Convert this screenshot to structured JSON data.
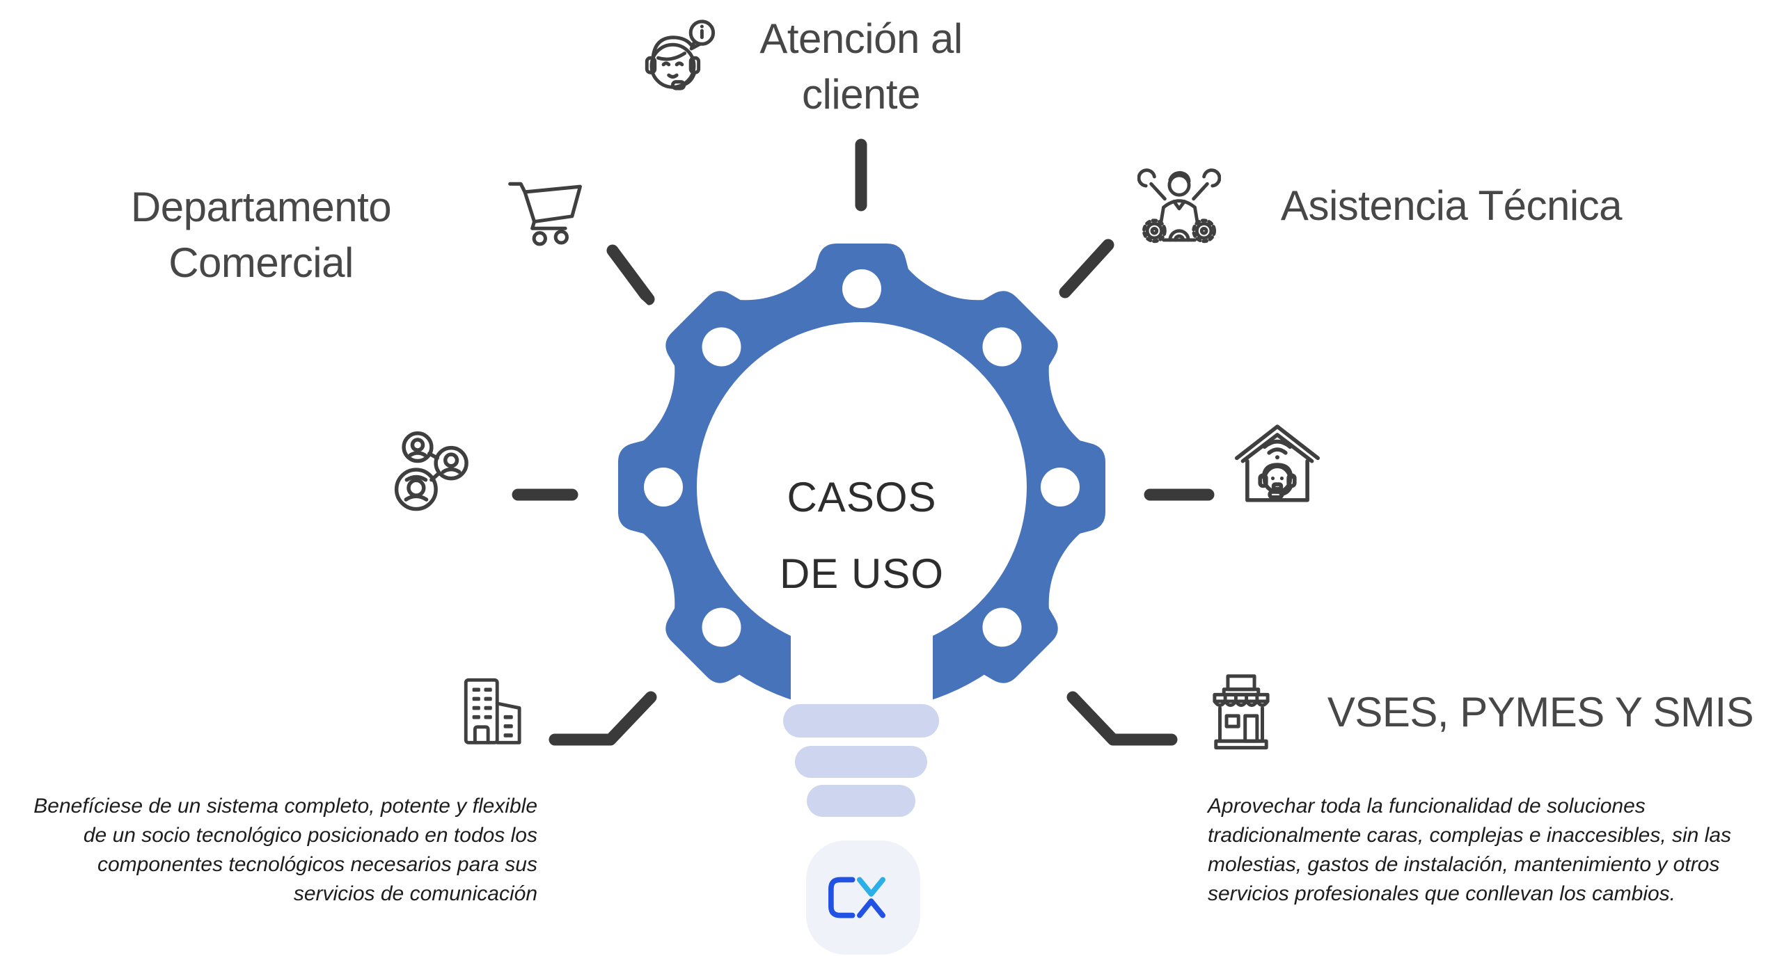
{
  "title": "CASOS\nDE USO",
  "nodes": {
    "atencion": {
      "label": "Atención al\ncliente"
    },
    "departamento": {
      "label": "Departamento\nComercial"
    },
    "asistencia": {
      "label": "Asistencia Técnica"
    },
    "vses": {
      "label": "VSES, PYMES Y SMIS"
    }
  },
  "paragraphs": {
    "left": "Benefíciese de un sistema completo, potente y flexible\nde un socio tecnológico posicionado en todos los\ncomponentes tecnológicos necesarios para sus\nservicios de comunicación",
    "right": "Aprovechar toda la funcionalidad de soluciones\ntradicionalmente caras, complejas e inaccesibles, sin las\nmolestias, gastos de instalación, mantenimiento y otros\nservicios profesionales que conllevan los cambios."
  },
  "logo": {
    "text": "CX"
  },
  "icons": [
    "customer-support-headset-icon",
    "shopping-cart-icon",
    "technician-icon",
    "people-network-icon",
    "home-support-icon",
    "office-buildings-icon",
    "storefront-icon"
  ],
  "colors": {
    "gear": "#4673BA",
    "connector": "#3A3A3A",
    "bulbbase": "#CED5EE",
    "heading": "#474747",
    "title": "#2D2D2D",
    "text": "#1D1D1D",
    "icon": "#3F3F3F",
    "logobg": "#EFF2F8",
    "logoblue": "#2152E3",
    "logocyan": "#2BAFE8"
  }
}
